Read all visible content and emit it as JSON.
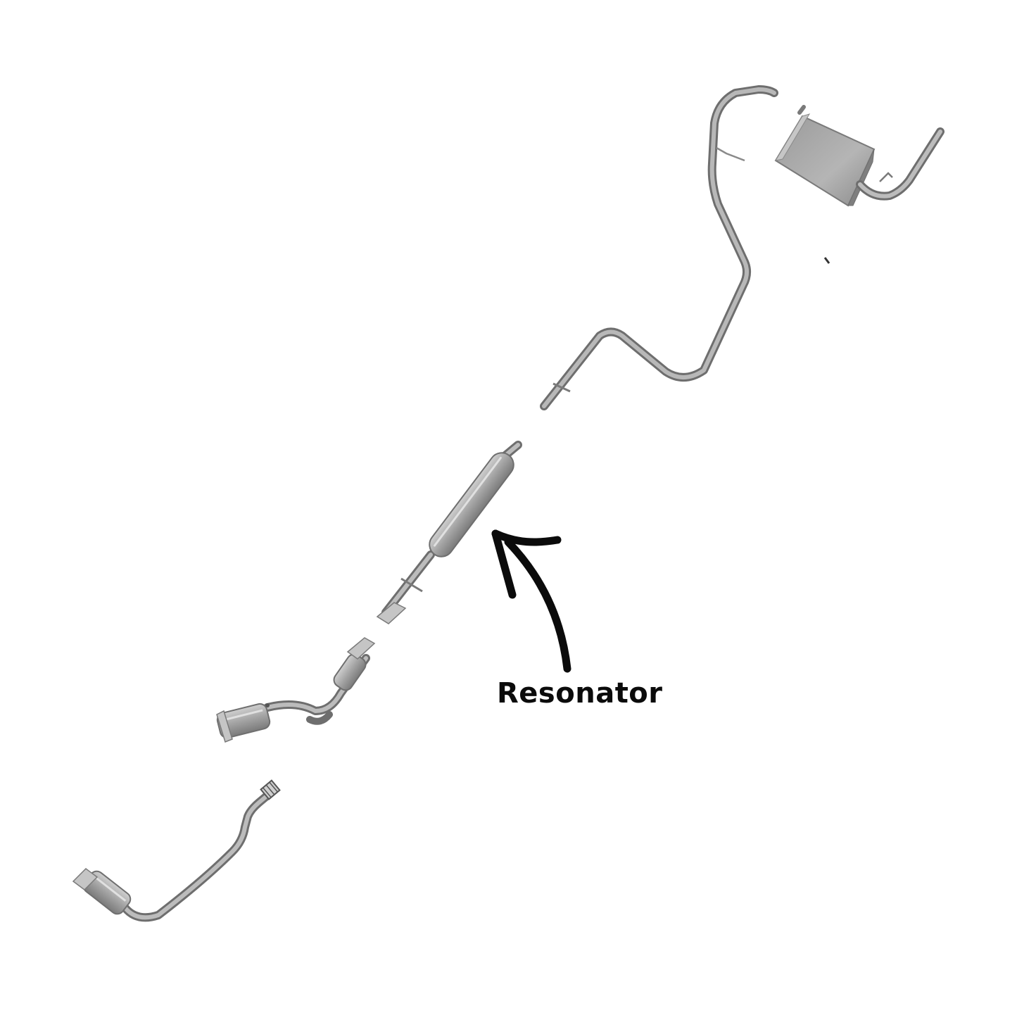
{
  "callout": {
    "label": "Resonator"
  },
  "colors": {
    "pipe": "#8e8e8e",
    "pipe_light": "#bdbdbd",
    "pipe_dark": "#6b6b6b",
    "part_fill": "#a9a9a9",
    "arrow": "#0b0b0b",
    "background": "#ffffff"
  },
  "parts": [
    "front-catalytic-converter",
    "y-pipe-converter",
    "intermediate-pipe",
    "resonator",
    "tailpipe-over-axle",
    "rear-muffler"
  ]
}
